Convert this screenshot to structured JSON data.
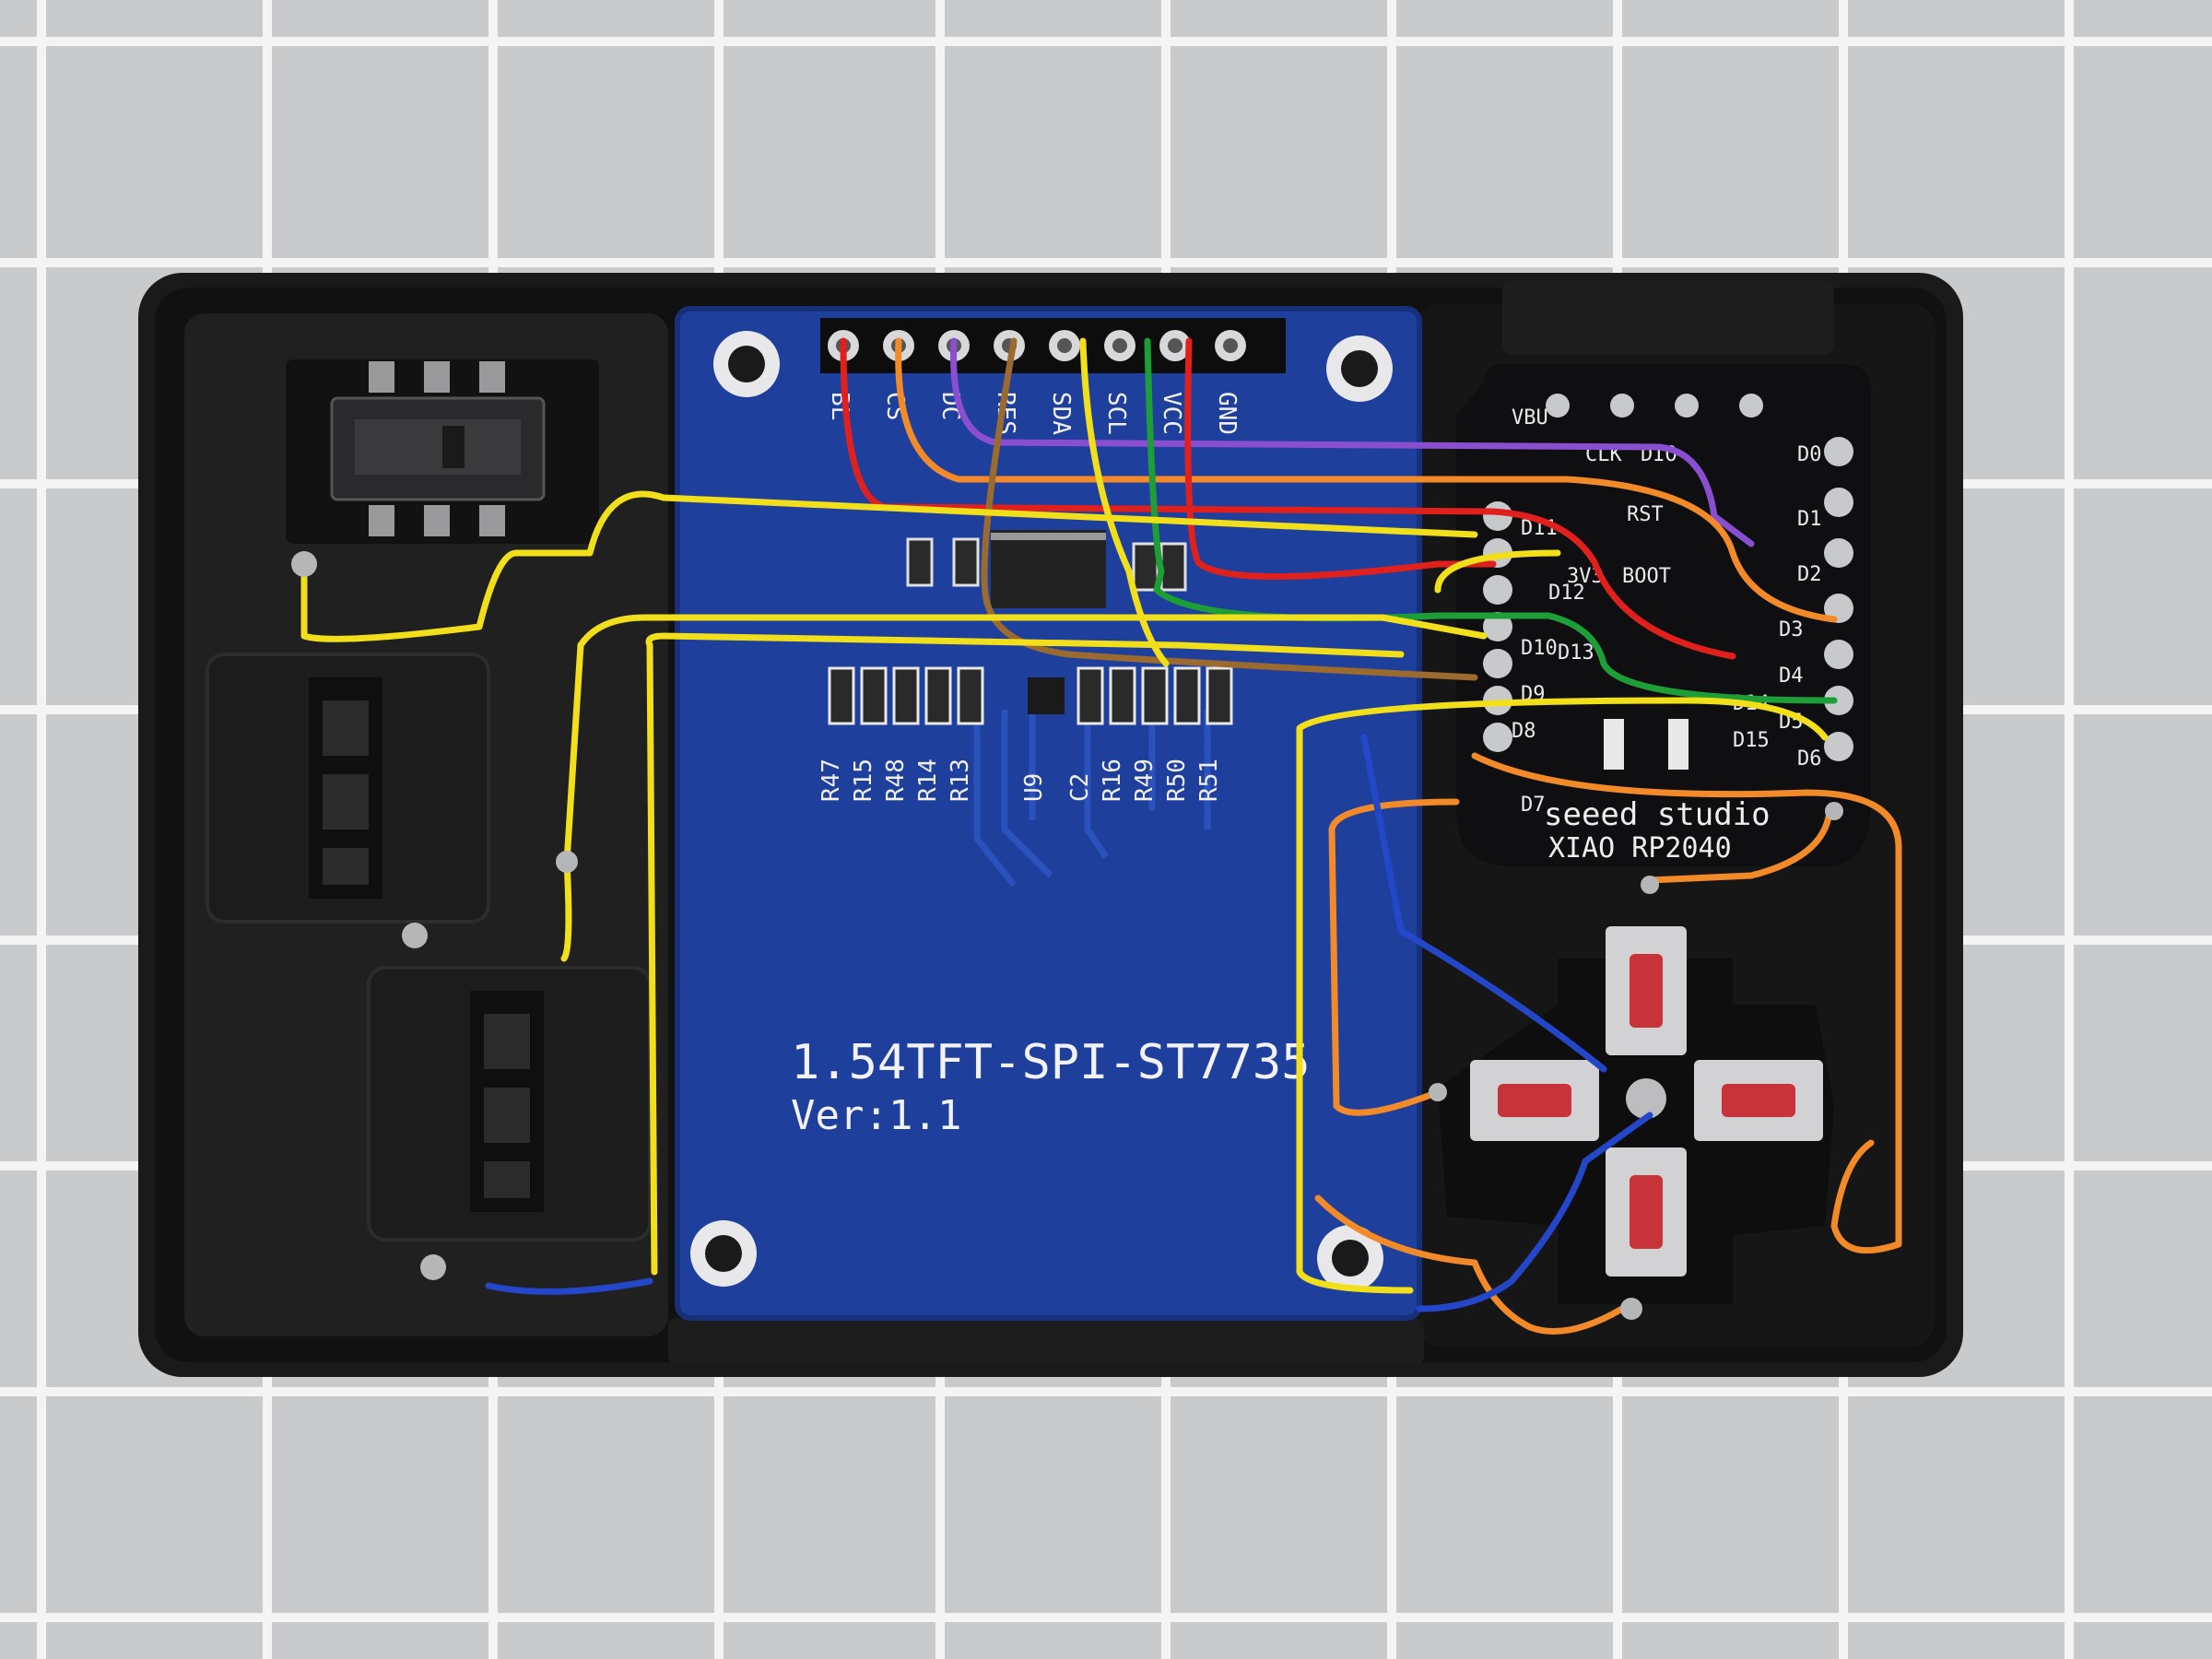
{
  "display": {
    "model_line": "1.54TFT-SPI-ST7735",
    "version_line": "Ver:1.1",
    "header_pins": [
      "BL",
      "CS",
      "DC",
      "RES",
      "SDA",
      "SCL",
      "VCC",
      "GND"
    ],
    "components": [
      "R47",
      "R15",
      "R48",
      "R14",
      "R13",
      "U9",
      "C2",
      "R16",
      "R49",
      "R50",
      "R51"
    ]
  },
  "mcu": {
    "brand": "seeed studio",
    "model": "XIAO RP2040",
    "pin_labels": [
      "VBU",
      "CLK",
      "DIO",
      "RST",
      "3V3",
      "BOOT",
      "D0",
      "D1",
      "D2",
      "D3",
      "D4",
      "D5",
      "D6",
      "D7",
      "D8",
      "D9",
      "D10",
      "D11",
      "D12",
      "D13",
      "D14",
      "D15"
    ]
  },
  "colors": {
    "background": "#c9cacb",
    "grid_line": "#f4f4f4",
    "case": "#161617",
    "pcb_blue": "#1f3f9c",
    "xiao_black": "#121214",
    "wire_yellow": "#f2df1c",
    "wire_orange": "#f28a2a",
    "wire_red": "#e0201c",
    "wire_green": "#1e9e36",
    "wire_purple": "#8a4fd0",
    "wire_blue": "#2446c8",
    "wire_brown": "#9a6a2e",
    "button_red": "#c6343a"
  },
  "icons": [
    "slide-switch-icon",
    "tactile-button-icon",
    "mount-hole-icon"
  ]
}
